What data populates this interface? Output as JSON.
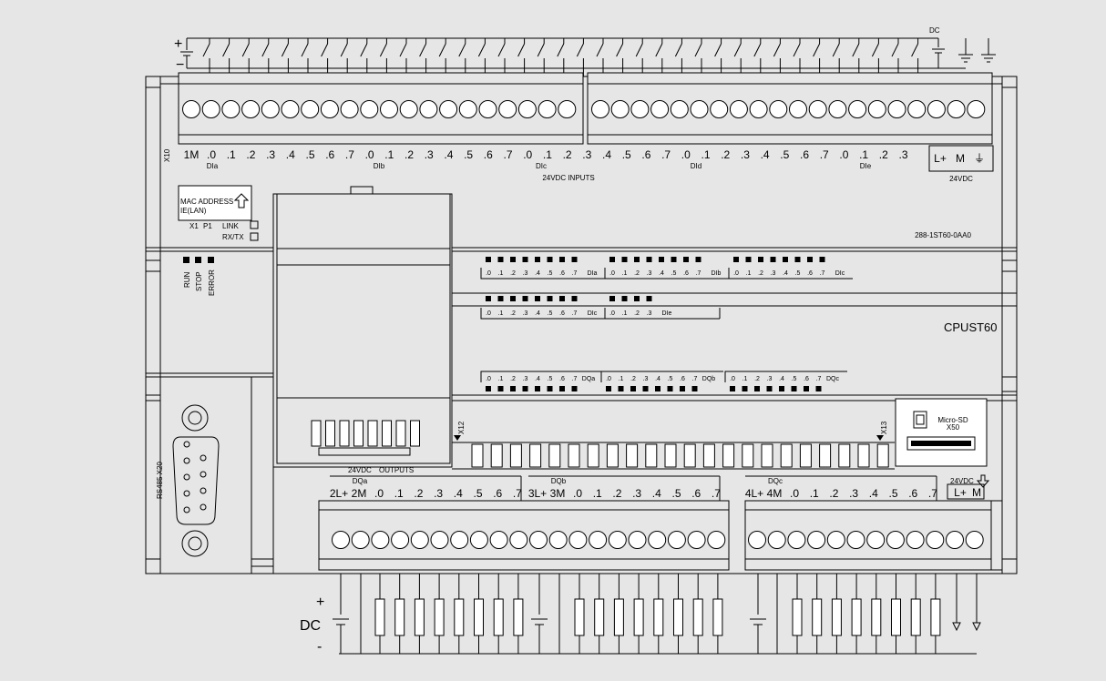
{
  "supply_top": {
    "plus": "+",
    "minus": "−",
    "dc": "DC"
  },
  "inputs": {
    "x_label": "X10",
    "terminals": [
      "1M",
      ".0",
      ".1",
      ".2",
      ".3",
      ".4",
      ".5",
      ".6",
      ".7",
      ".0",
      ".1",
      ".2",
      ".3",
      ".4",
      ".5",
      ".6",
      ".7",
      ".0",
      ".1",
      ".2",
      ".3",
      ".4",
      ".5",
      ".6",
      ".7",
      ".0",
      ".1",
      ".2",
      ".3",
      ".4",
      ".5",
      ".6",
      ".7",
      ".0",
      ".1",
      ".2",
      ".3"
    ],
    "groups": [
      "DIa",
      "DIb",
      "DIc",
      "DId",
      "DIe"
    ],
    "caption": "24VDC INPUTS",
    "power_terminals": [
      "L+",
      "M",
      "⏚"
    ],
    "power_caption": "24VDC"
  },
  "network": {
    "mac_line1": "MAC ADDRESS",
    "mac_line2": "IE(LAN)",
    "ports": [
      "X1",
      "P1"
    ],
    "link": "LINK",
    "rxtx": "RX/TX",
    "order_number": "288-1ST60-0AA0"
  },
  "status_leds": [
    "RUN",
    "STOP",
    "ERROR"
  ],
  "model": "CPUST60",
  "input_led_strips": [
    {
      "bits": [
        ".0",
        ".1",
        ".2",
        ".3",
        ".4",
        ".5",
        ".6",
        ".7"
      ],
      "label": "DIa"
    },
    {
      "bits": [
        ".0",
        ".1",
        ".2",
        ".3",
        ".4",
        ".5",
        ".6",
        ".7"
      ],
      "label": "DIb"
    },
    {
      "bits": [
        ".0",
        ".1",
        ".2",
        ".3",
        ".4",
        ".5",
        ".6",
        ".7"
      ],
      "label": "DIc"
    },
    {
      "bits": [
        ".0",
        ".1",
        ".2",
        ".3",
        ".4",
        ".5",
        ".6",
        ".7"
      ],
      "label": "DIc"
    },
    {
      "bits": [
        ".0",
        ".1",
        ".2",
        ".3"
      ],
      "label": "DIe"
    }
  ],
  "output_led_strips": [
    {
      "bits": [
        ".0",
        ".1",
        ".2",
        ".3",
        ".4",
        ".5",
        ".6",
        ".7"
      ],
      "label": "DQa"
    },
    {
      "bits": [
        ".0",
        ".1",
        ".2",
        ".3",
        ".4",
        ".5",
        ".6",
        ".7"
      ],
      "label": "DQb"
    },
    {
      "bits": [
        ".0",
        ".1",
        ".2",
        ".3",
        ".4",
        ".5",
        ".6",
        ".7"
      ],
      "label": "DQc"
    }
  ],
  "ports": {
    "x12": "X12",
    "x13": "X13",
    "rs485": "RS485 X20",
    "microsd_line1": "Micro-SD",
    "microsd_line2": "X50"
  },
  "outputs": {
    "caption_left": "24VDC",
    "caption": "OUTPUTS",
    "groups": [
      {
        "label": "DQa",
        "terminals": [
          "2L+",
          "2M",
          ".0",
          ".1",
          ".2",
          ".3",
          ".4",
          ".5",
          ".6",
          ".7"
        ]
      },
      {
        "label": "DQb",
        "terminals": [
          "3L+",
          "3M",
          ".0",
          ".1",
          ".2",
          ".3",
          ".4",
          ".5",
          ".6",
          ".7"
        ]
      },
      {
        "label": "DQc",
        "terminals": [
          "4L+",
          "4M",
          ".0",
          ".1",
          ".2",
          ".3",
          ".4",
          ".5",
          ".6",
          ".7"
        ]
      }
    ],
    "power_caption": "24VDC",
    "power_terminals": [
      "L+",
      "M"
    ]
  },
  "supply_bottom": {
    "plus": "+",
    "dc": "DC",
    "minus": "-"
  }
}
